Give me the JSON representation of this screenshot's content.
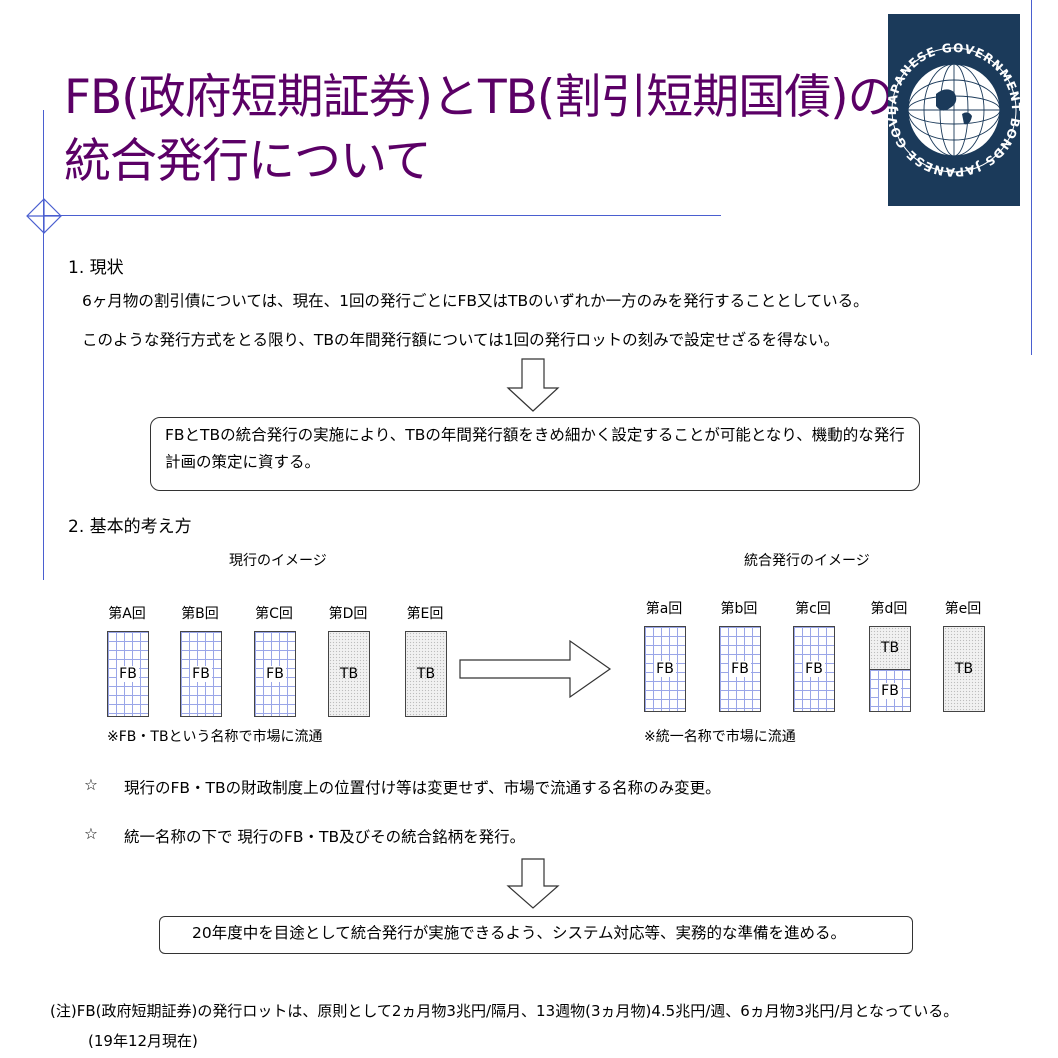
{
  "title": {
    "line1": "FB(政府短期証券)とTB(割引短期国債)の",
    "line2": "統合発行について"
  },
  "emblem": {
    "text": "JAPANESE GOVERNMENT BONDS JAPANESE GOVERNMENT BONDS"
  },
  "section1": {
    "heading": "1. 現状",
    "line1": "6ヶ月物の割引債については、現在、1回の発行ごとにFB又はTBのいずれか一方のみを発行することとしている。",
    "line2": "このような発行方式をとる限り、TBの年間発行額については1回の発行ロットの刻みで設定せざるを得ない。",
    "box": "FBとTBの統合発行の実施により、TBの年間発行額をきめ細かく設定することが可能となり、機動的な発行計画の策定に資する。"
  },
  "section2": {
    "heading": "2. 基本的考え方",
    "current_caption": "現行のイメージ",
    "integrated_caption": "統合発行のイメージ",
    "current_items": [
      {
        "label": "第A回",
        "type": "FB",
        "text": "FB"
      },
      {
        "label": "第B回",
        "type": "FB",
        "text": "FB"
      },
      {
        "label": "第C回",
        "type": "FB",
        "text": "FB"
      },
      {
        "label": "第D回",
        "type": "TB",
        "text": "TB"
      },
      {
        "label": "第E回",
        "type": "TB",
        "text": "TB"
      }
    ],
    "integrated_items": [
      {
        "label": "第a回",
        "type": "FB",
        "text": "FB"
      },
      {
        "label": "第b回",
        "type": "FB",
        "text": "FB"
      },
      {
        "label": "第c回",
        "type": "FB",
        "text": "FB"
      },
      {
        "label": "第d回",
        "type": "MIX",
        "top": "TB",
        "bottom": "FB"
      },
      {
        "label": "第e回",
        "type": "TB",
        "text": "TB"
      }
    ],
    "current_note": "※FB・TBという名称で市場に流通",
    "integrated_note": "※統一名称で市場に流通",
    "star_symbol": "☆",
    "bullet1": "現行のFB・TBの財政制度上の位置付け等は変更せず、市場で流通する名称のみ変更。",
    "bullet2": "統一名称の下で 現行のFB・TB及びその統合銘柄を発行。",
    "box": "20年度中を目途として統合発行が実施できるよう、システム対応等、実務的な準備を進める。"
  },
  "footnote": {
    "line1": "(注)FB(政府短期証券)の発行ロットは、原則として2ヵ月物3兆円/隔月、13週物(3ヵ月物)4.5兆円/週、6ヵ月物3兆円/月となっている。",
    "line2": "(19年12月現在)"
  },
  "colors": {
    "title": "#5b0066",
    "frame": "#4a5fd0",
    "emblem_bg": "#1b3a5a",
    "grid": "#9aa6e8"
  }
}
